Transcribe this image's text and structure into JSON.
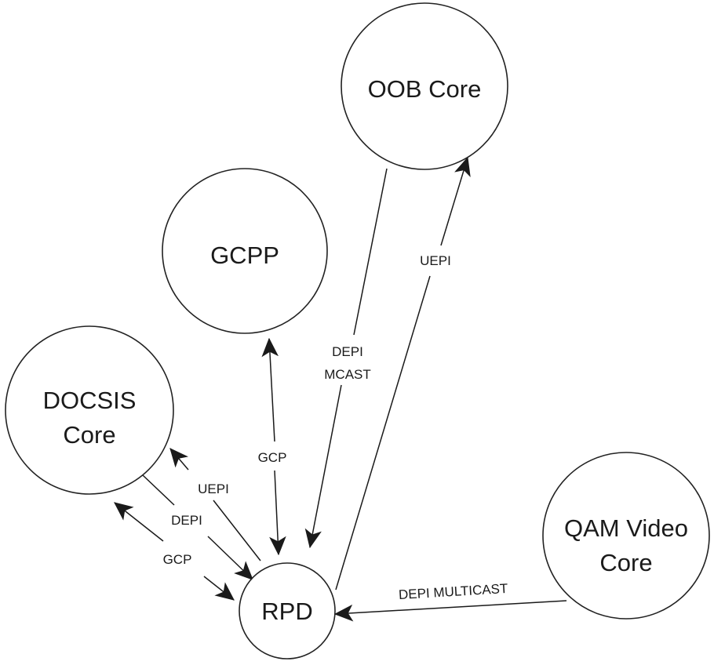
{
  "nodes": {
    "oob_core": {
      "lines": [
        "OOB Core"
      ]
    },
    "gcpp": {
      "lines": [
        "GCPP"
      ]
    },
    "docsis_core": {
      "lines": [
        "DOCSIS",
        "Core"
      ]
    },
    "qam_video_core": {
      "lines": [
        "QAM Video",
        "Core"
      ]
    },
    "rpd": {
      "lines": [
        "RPD"
      ]
    }
  },
  "edges": [
    {
      "id": "docsis-gcp",
      "from": "docsis_core",
      "to": "rpd",
      "direction": "both",
      "label": [
        "GCP"
      ]
    },
    {
      "id": "docsis-depi",
      "from": "docsis_core",
      "to": "rpd",
      "direction": "forward",
      "label": [
        "DEPI"
      ]
    },
    {
      "id": "rpd-uepi-docsis",
      "from": "rpd",
      "to": "docsis_core",
      "direction": "forward",
      "label": [
        "UEPI"
      ]
    },
    {
      "id": "gcpp-gcp",
      "from": "gcpp",
      "to": "rpd",
      "direction": "both",
      "label": [
        "GCP"
      ]
    },
    {
      "id": "oob-depi-mcast",
      "from": "oob_core",
      "to": "rpd",
      "direction": "forward",
      "label": [
        "DEPI",
        "MCAST"
      ]
    },
    {
      "id": "rpd-uepi-oob",
      "from": "rpd",
      "to": "oob_core",
      "direction": "forward",
      "label": [
        "UEPI"
      ]
    },
    {
      "id": "qam-depi-multicast",
      "from": "qam_video_core",
      "to": "rpd",
      "direction": "forward",
      "label": [
        "DEPI MULTICAST"
      ]
    }
  ],
  "colors": {
    "stroke": "#1a1a1a",
    "background": "#ffffff"
  }
}
